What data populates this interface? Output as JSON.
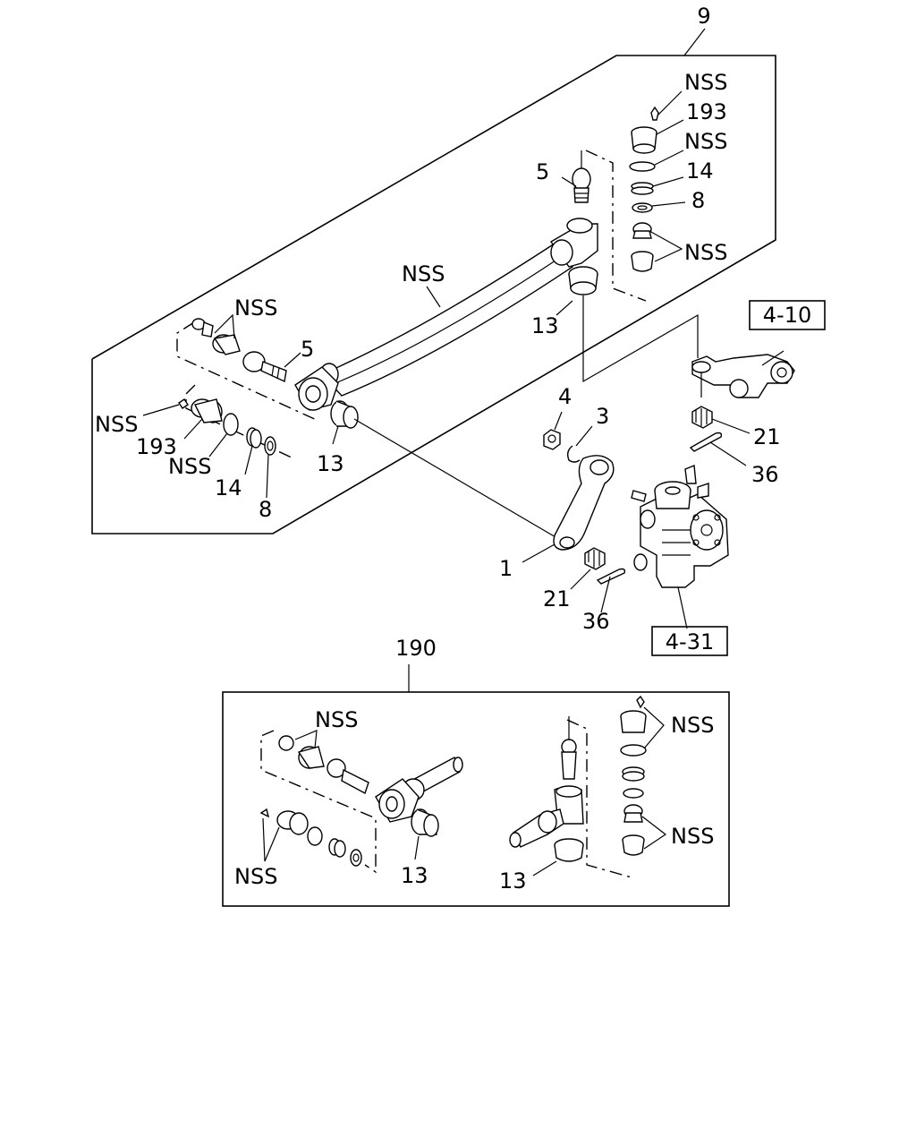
{
  "labels": {
    "tie_rod_assembly": "9",
    "ball_stud_right": "5",
    "ball_stud_left": "5",
    "plug_right": "193",
    "plug_left": "193",
    "spring_right": "14",
    "spring_left": "14",
    "seat_right": "8",
    "seat_left": "8",
    "dust_cover_right": "13",
    "dust_cover_left": "13",
    "nut_4": "4",
    "washer_3": "3",
    "pitman_arm": "1",
    "castle_nut_upper": "21",
    "castle_nut_lower": "21",
    "cotter_pin_upper": "36",
    "cotter_pin_lower": "36",
    "ref_knuckle_arm": "4-10",
    "ref_steering_gear": "4-31",
    "kit_190": "190",
    "kit_dust_cover_left": "13",
    "kit_dust_cover_right": "13"
  },
  "nss": {
    "right_grease_fitting": "NSS",
    "right_o_ring": "NSS",
    "right_socket": "NSS",
    "left_socket": "NSS",
    "left_grease_fitting": "NSS",
    "left_o_ring": "NSS",
    "tube": "NSS",
    "kit_left_socket": "NSS",
    "kit_left_fitting": "NSS",
    "kit_right_top": "NSS",
    "kit_right_bottom": "NSS"
  }
}
